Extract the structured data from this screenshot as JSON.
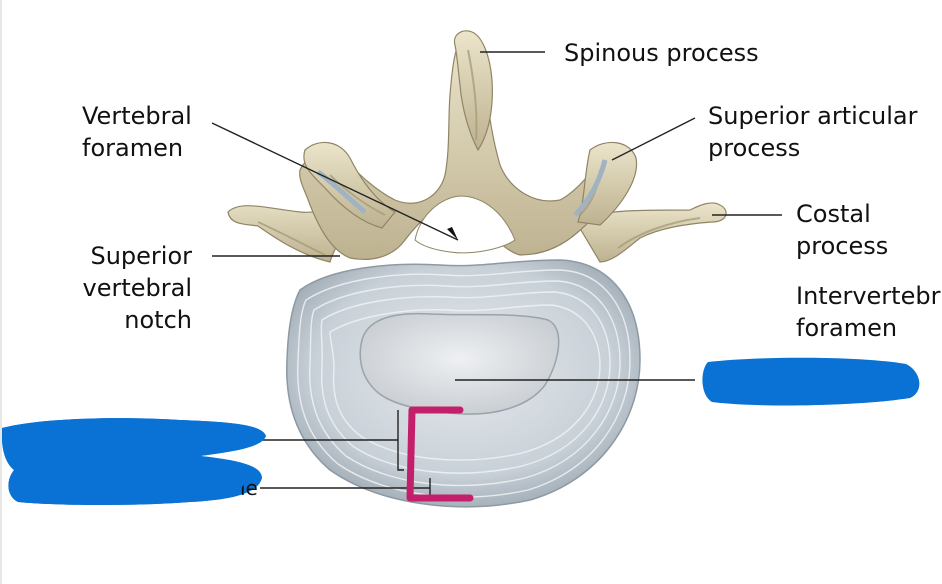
{
  "labels": {
    "spinous_process": "Spinous process",
    "vertebral_foramen": [
      "Vertebral",
      "foramen"
    ],
    "superior_articular_process": [
      "Superior articular",
      "process"
    ],
    "costal_process": [
      "Costal",
      "process"
    ],
    "superior_vertebral_notch": [
      "Superior",
      "vertebral",
      "notch"
    ],
    "intervertebral_foramen": [
      "Intervertebr",
      "foramen"
    ],
    "hidden_label_tail": "ie"
  },
  "colors": {
    "bone": "#d9d0b2",
    "bone_shadow": "#a89e7c",
    "disc": "#c3ccd4",
    "disc_rings": "#eef1f3",
    "nucleus": "#dfe2e5",
    "bracket": "#c41f6b",
    "scribble": "#0a72d4",
    "leader": "#222222"
  }
}
